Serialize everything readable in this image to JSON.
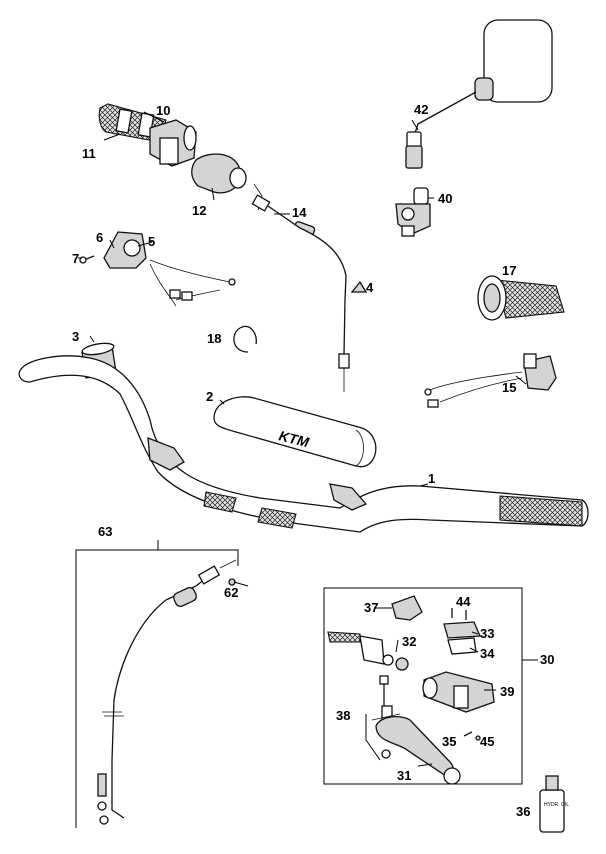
{
  "callouts": [
    {
      "id": "c1",
      "text": "1"
    },
    {
      "id": "c2",
      "text": "2"
    },
    {
      "id": "c3",
      "text": "3"
    },
    {
      "id": "c4",
      "text": "4"
    },
    {
      "id": "c5",
      "text": "5"
    },
    {
      "id": "c6",
      "text": "6"
    },
    {
      "id": "c7",
      "text": "7"
    },
    {
      "id": "c10",
      "text": "10"
    },
    {
      "id": "c11",
      "text": "11"
    },
    {
      "id": "c12",
      "text": "12"
    },
    {
      "id": "c14",
      "text": "14"
    },
    {
      "id": "c15",
      "text": "15"
    },
    {
      "id": "c17",
      "text": "17"
    },
    {
      "id": "c18",
      "text": "18"
    },
    {
      "id": "c30",
      "text": "30"
    },
    {
      "id": "c31",
      "text": "31"
    },
    {
      "id": "c32",
      "text": "32"
    },
    {
      "id": "c33",
      "text": "33"
    },
    {
      "id": "c34",
      "text": "34"
    },
    {
      "id": "c35",
      "text": "35"
    },
    {
      "id": "c36",
      "text": "36"
    },
    {
      "id": "c37",
      "text": "37"
    },
    {
      "id": "c38",
      "text": "38"
    },
    {
      "id": "c39",
      "text": "39"
    },
    {
      "id": "c40",
      "text": "40"
    },
    {
      "id": "c42",
      "text": "42"
    },
    {
      "id": "c44",
      "text": "44"
    },
    {
      "id": "c45",
      "text": "45"
    },
    {
      "id": "c62",
      "text": "62"
    },
    {
      "id": "c63",
      "text": "63"
    }
  ],
  "pad_logo": "KTM",
  "bottle_label": "HYDR. OIL"
}
